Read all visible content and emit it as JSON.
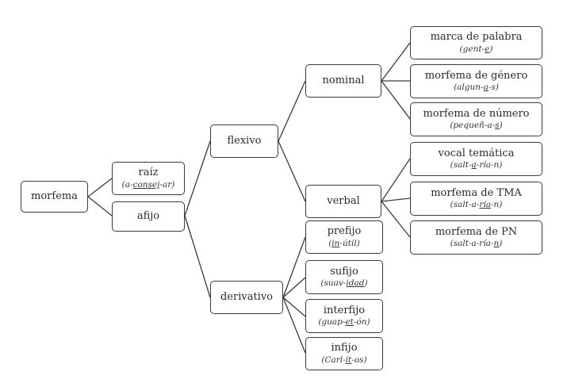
{
  "nodes": {
    "morfema": {
      "label": "morfema"
    },
    "raiz": {
      "label": "raíz",
      "example": {
        "pre": "(a-",
        "em": "consej",
        "post": "-ar)"
      }
    },
    "afijo": {
      "label": "afijo"
    },
    "flexivo": {
      "label": "flexivo"
    },
    "derivativo": {
      "label": "derivativo"
    },
    "nominal": {
      "label": "nominal"
    },
    "verbal": {
      "label": "verbal"
    },
    "marca_palabra": {
      "label": "marca de palabra",
      "example": {
        "pre": "(gent-",
        "em": "e",
        "post": ")"
      }
    },
    "morfema_genero": {
      "label": "morfema de género",
      "example": {
        "pre": "(algun-",
        "em": "a",
        "post": "-s)"
      }
    },
    "morfema_numero": {
      "label": "morfema de número",
      "example": {
        "pre": "(pequeñ-a-",
        "em": "s",
        "post": ")"
      }
    },
    "vocal_tematica": {
      "label": "vocal temática",
      "example": {
        "pre": "(salt-",
        "em": "a",
        "post": "-ría-n)"
      }
    },
    "morfema_tma": {
      "label": "morfema de TMA",
      "example": {
        "pre": "(salt-a-",
        "em": "ría",
        "post": "-n)"
      }
    },
    "morfema_pn": {
      "label": "morfema de PN",
      "example": {
        "pre": "(salt-a-ría-",
        "em": "n",
        "post": ")"
      }
    },
    "prefijo": {
      "label": "prefijo",
      "example": {
        "pre": "(",
        "em": "in",
        "post": "-útil)"
      }
    },
    "sufijo": {
      "label": "sufijo",
      "example": {
        "pre": "(suav-",
        "em": "idad",
        "post": ")"
      }
    },
    "interfijo": {
      "label": "interfijo",
      "example": {
        "pre": "(guap-",
        "em": "et",
        "post": "-ón)"
      }
    },
    "infijo": {
      "label": "infijo",
      "example": {
        "pre": "(Carl-",
        "em": "it",
        "post": "-os)"
      }
    }
  }
}
